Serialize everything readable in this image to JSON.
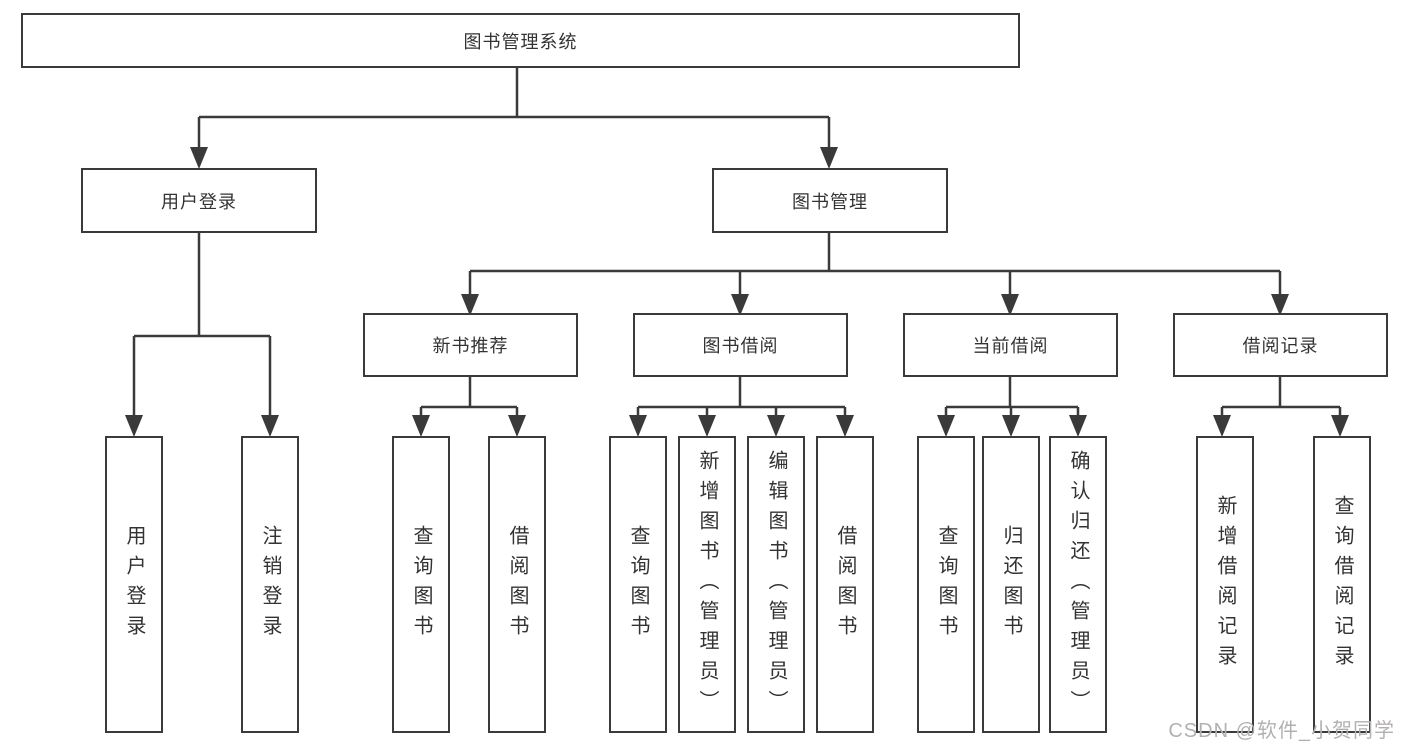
{
  "diagram": {
    "root": {
      "label": "图书管理系统"
    },
    "branches": [
      {
        "label": "用户登录",
        "children": [
          {
            "label": "用户登录"
          },
          {
            "label": "注销登录"
          }
        ]
      },
      {
        "label": "图书管理",
        "children": [
          {
            "label": "新书推荐",
            "children": [
              {
                "label": "查询图书"
              },
              {
                "label": "借阅图书"
              }
            ]
          },
          {
            "label": "图书借阅",
            "children": [
              {
                "label": "查询图书"
              },
              {
                "label": "新增图书（管理员）"
              },
              {
                "label": "编辑图书（管理员）"
              },
              {
                "label": "借阅图书"
              }
            ]
          },
          {
            "label": "当前借阅",
            "children": [
              {
                "label": "查询图书"
              },
              {
                "label": "归还图书"
              },
              {
                "label": "确认归还（管理员）"
              }
            ]
          },
          {
            "label": "借阅记录",
            "children": [
              {
                "label": "新增借阅记录"
              },
              {
                "label": "查询借阅记录"
              }
            ]
          }
        ]
      }
    ]
  },
  "watermark": "CSDN @软件_小贺同学",
  "colors": {
    "line": "#3a3a3a",
    "text": "#333333",
    "watermark": "#b3b0b0",
    "background": "#ffffff"
  }
}
